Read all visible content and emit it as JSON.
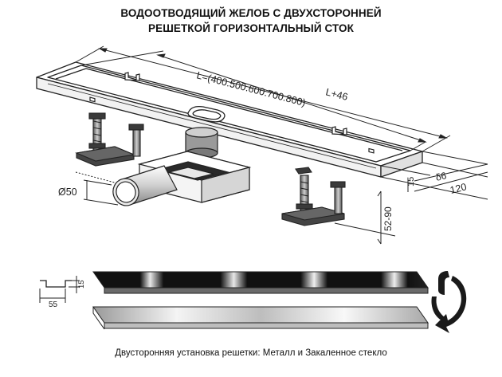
{
  "title": {
    "line1": "ВОДООТВОДЯЩИЙ ЖЕЛОБ С ДВУХСТОРОННЕЙ",
    "line2": "РЕШЕТКОЙ ГОРИЗОНТАЛЬНЫЙ СТОК"
  },
  "dimensions": {
    "length": "L=(400.500.600.700.800)",
    "total_length": "L+46",
    "pipe_diameter": "Ø50",
    "depth": "15",
    "thickness": "δ6",
    "width": "120",
    "height": "52-90",
    "profile_width": "55",
    "profile_height": "15"
  },
  "caption": "Двусторонняя установка решетки: Металл и Закаленное стекло",
  "colors": {
    "line": "#222222",
    "steel_light": "#eeeeee",
    "steel_dark": "#8a8a8a",
    "glass_dark": "#1a1a1a"
  },
  "icons": {
    "flip": "rotate-arrow-icon"
  }
}
